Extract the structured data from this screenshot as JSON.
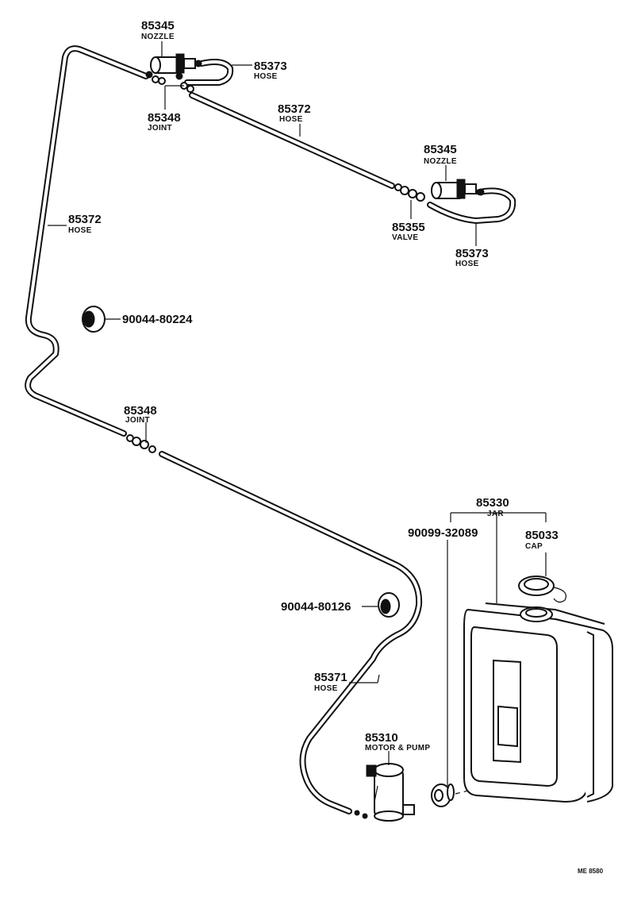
{
  "labels": {
    "nozzle_top": {
      "part": "85345",
      "name": "NOZZLE"
    },
    "hose_top": {
      "part": "85373",
      "name": "HOSE"
    },
    "joint_top": {
      "part": "85348",
      "name": "JOINT"
    },
    "hose_mid": {
      "part": "85372",
      "name": "HOSE"
    },
    "nozzle_right": {
      "part": "85345",
      "name": "NOZZLE"
    },
    "valve": {
      "part": "85355",
      "name": "VALVE"
    },
    "hose_right": {
      "part": "85373",
      "name": "HOSE"
    },
    "hose_left": {
      "part": "85372",
      "name": "HOSE"
    },
    "grommet_top": {
      "part": "90044-80224"
    },
    "joint_lower": {
      "part": "85348",
      "name": "JOINT"
    },
    "jar": {
      "part": "85330",
      "name": "JAR"
    },
    "grommet_jar": {
      "part": "90099-32089"
    },
    "cap": {
      "part": "85033",
      "name": "CAP"
    },
    "grommet_low": {
      "part": "90044-80126"
    },
    "hose_low": {
      "part": "85371",
      "name": "HOSE"
    },
    "pump": {
      "part": "85310",
      "name": "MOTOR & PUMP"
    }
  },
  "drawing_code": "ME 8580"
}
